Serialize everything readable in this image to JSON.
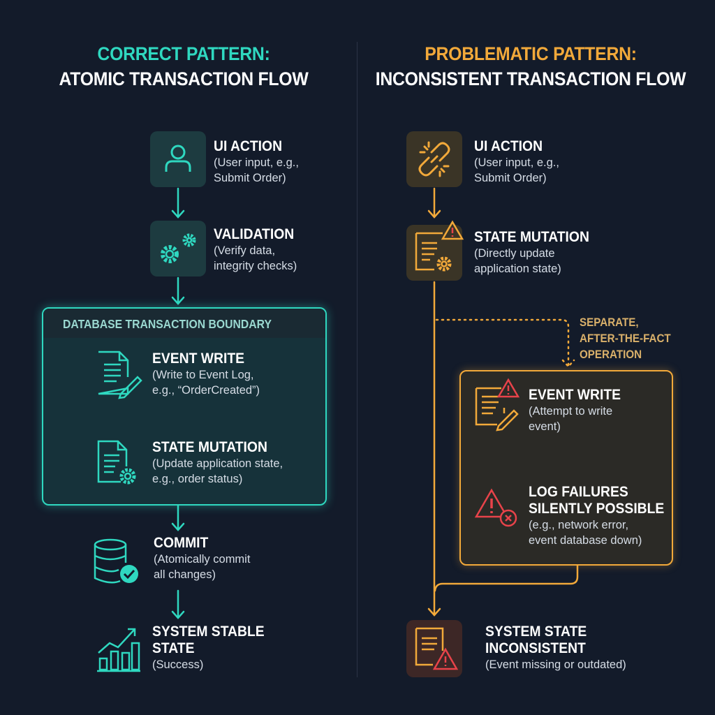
{
  "left": {
    "title_line1": "CORRECT PATTERN:",
    "title_line2": "ATOMIC TRANSACTION FLOW",
    "boundary_label": "DATABASE TRANSACTION BOUNDARY",
    "steps": [
      {
        "title": "UI ACTION",
        "lines": [
          "(User input, e.g.,",
          "Submit Order)"
        ],
        "icon": "user-icon"
      },
      {
        "title": "VALIDATION",
        "lines": [
          "(Verify data,",
          "integrity checks)"
        ],
        "icon": "gears-icon"
      },
      {
        "title": "EVENT WRITE",
        "lines": [
          "(Write to Event Log,",
          "e.g., “OrderCreated”)"
        ],
        "icon": "document-pencil-icon"
      },
      {
        "title": "STATE MUTATION",
        "lines": [
          "(Update application state,",
          "e.g., order status)"
        ],
        "icon": "document-gear-icon"
      },
      {
        "title": "COMMIT",
        "lines": [
          "(Atomically commit",
          "all changes)"
        ],
        "icon": "database-check-icon"
      },
      {
        "title_lines": [
          "SYSTEM STABLE",
          "STATE"
        ],
        "lines": [
          "(Success)"
        ],
        "icon": "chart-up-icon"
      }
    ]
  },
  "right": {
    "title_line1": "PROBLEMATIC PATTERN:",
    "title_line2": "INCONSISTENT TRANSACTION FLOW",
    "separate_label": [
      "SEPARATE,",
      "AFTER-THE-FACT",
      "OPERATION"
    ],
    "steps": [
      {
        "title": "UI ACTION",
        "lines": [
          "(User input, e.g.,",
          "Submit Order)"
        ],
        "icon": "broken-link-icon"
      },
      {
        "title": "STATE MUTATION",
        "lines": [
          "(Directly update",
          "application state)"
        ],
        "icon": "document-gear-warning-icon"
      },
      {
        "title": "EVENT WRITE",
        "lines": [
          "(Attempt to write",
          "event)"
        ],
        "icon": "document-pencil-warning-icon"
      },
      {
        "title_lines": [
          "LOG FAILURES",
          "SILENTLY POSSIBLE"
        ],
        "lines": [
          "(e.g., network error,",
          "event database down)"
        ],
        "icon": "warning-error-icon"
      },
      {
        "title_lines": [
          "SYSTEM STATE",
          "INCONSISTENT"
        ],
        "lines": [
          "(Event missing or outdated)"
        ],
        "icon": "document-warning-icon"
      }
    ]
  },
  "colors": {
    "background": "#131b2a",
    "teal": "#2fd8c0",
    "orange": "#f2a93a",
    "red": "#e8434a"
  }
}
